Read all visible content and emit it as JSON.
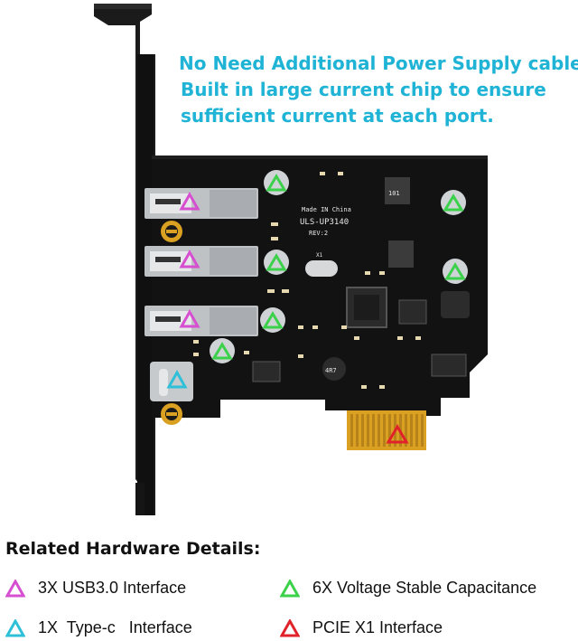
{
  "headline": {
    "line1": "No Need Additional Power Supply cables,",
    "line2": "Built in large current chip to ensure",
    "line3": "sufficient current at each port."
  },
  "board": {
    "made_in": "Made IN China",
    "model": "ULS-UP3140",
    "rev": "REV:2",
    "crystal": "X1",
    "inductor": "4R7",
    "part_101": "101"
  },
  "details": {
    "title": "Related Hardware Details:",
    "items": [
      {
        "label": "3X USB3.0 Interface",
        "color": "#d64fd0"
      },
      {
        "label": "6X Voltage Stable Capacitance",
        "color": "#3bd14a"
      },
      {
        "label": "1X  Type-c   Interface",
        "color": "#2ec0d8"
      },
      {
        "label": "PCIE X1 Interface",
        "color": "#e0232a"
      }
    ]
  },
  "colors": {
    "headline": "#1fb3d6",
    "pcb": "#121212",
    "bracket": "#1a1a1a",
    "gold": "#d9a021"
  }
}
